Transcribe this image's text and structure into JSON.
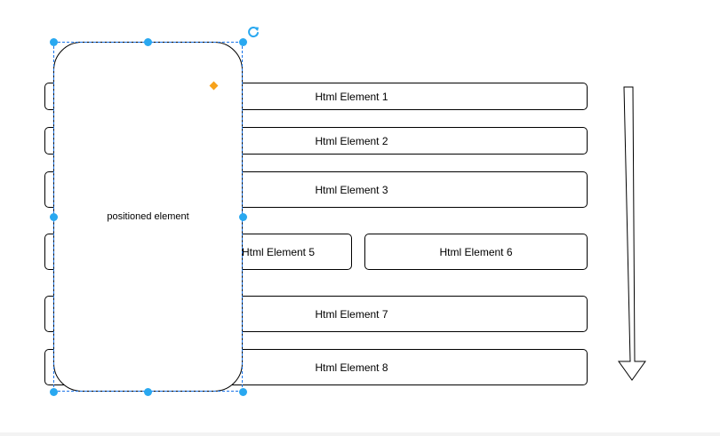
{
  "diagram": {
    "elements": [
      {
        "id": "el1",
        "label": "Html Element 1"
      },
      {
        "id": "el2",
        "label": "Html Element 2"
      },
      {
        "id": "el3",
        "label": "Html Element 3"
      },
      {
        "id": "el5",
        "label": "Html Element 5"
      },
      {
        "id": "el6",
        "label": "Html Element 6"
      },
      {
        "id": "el7",
        "label": "Html Element 7"
      },
      {
        "id": "el8",
        "label": "Html Element 8"
      }
    ],
    "positioned_label": "positioned element",
    "colors": {
      "stroke": "#000000",
      "selection": "#29a8f0",
      "dashed_outline": "#1a73e8",
      "adjust_handle": "#f7a21b"
    },
    "icons": {
      "rotate": "rotate-icon",
      "flow_arrow": "arrow-down-icon"
    }
  }
}
